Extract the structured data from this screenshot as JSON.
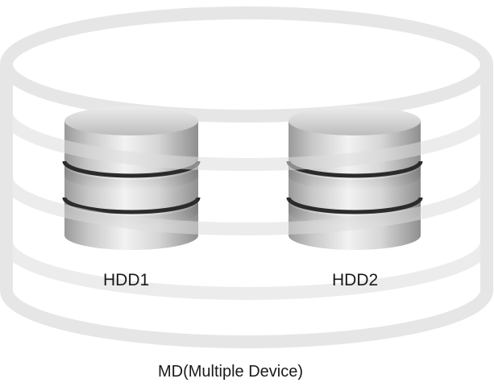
{
  "diagram": {
    "container": {
      "label": "MD(Multiple Device)",
      "ring_color": "#e6e6e6"
    },
    "disks": [
      {
        "label": "HDD1"
      },
      {
        "label": "HDD2"
      }
    ],
    "disk_colors": {
      "body_light": "#f4f4f4",
      "body_mid": "#c9c9c9",
      "body_dark": "#8a8a8a",
      "separator": "#2b2b2b"
    }
  }
}
